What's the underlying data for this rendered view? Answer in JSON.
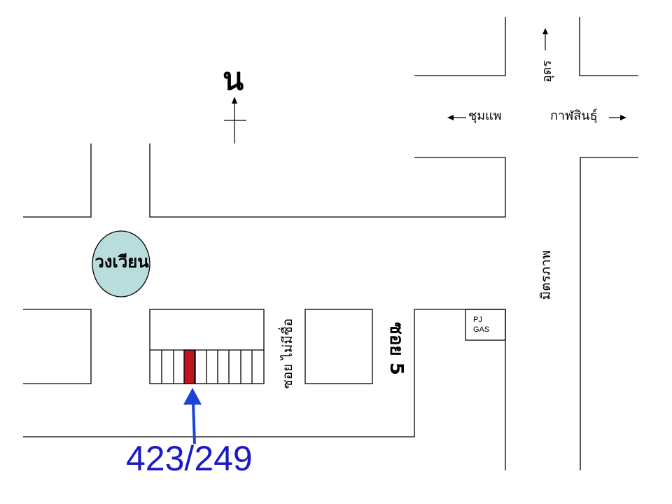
{
  "labels": {
    "north": "น",
    "roundabout": "วงเวียน",
    "udon": "อุดร",
    "chumphae": "ชุมแพ",
    "kalasin": "กาฬสินธุ์",
    "mittraphap": "มิตรภาพ",
    "soi_unnamed": "ซอย ไม่มีชื่อ",
    "soi_5": "ซอย 5",
    "pj_gas_line1": "PJ",
    "pj_gas_line2": "GAS",
    "address": "423/249"
  },
  "colors": {
    "roundabout_fill": "#b9dcdc",
    "target_unit": "#c0141e",
    "arrow": "#1a44d8",
    "address_text": "#1a1ac8"
  }
}
